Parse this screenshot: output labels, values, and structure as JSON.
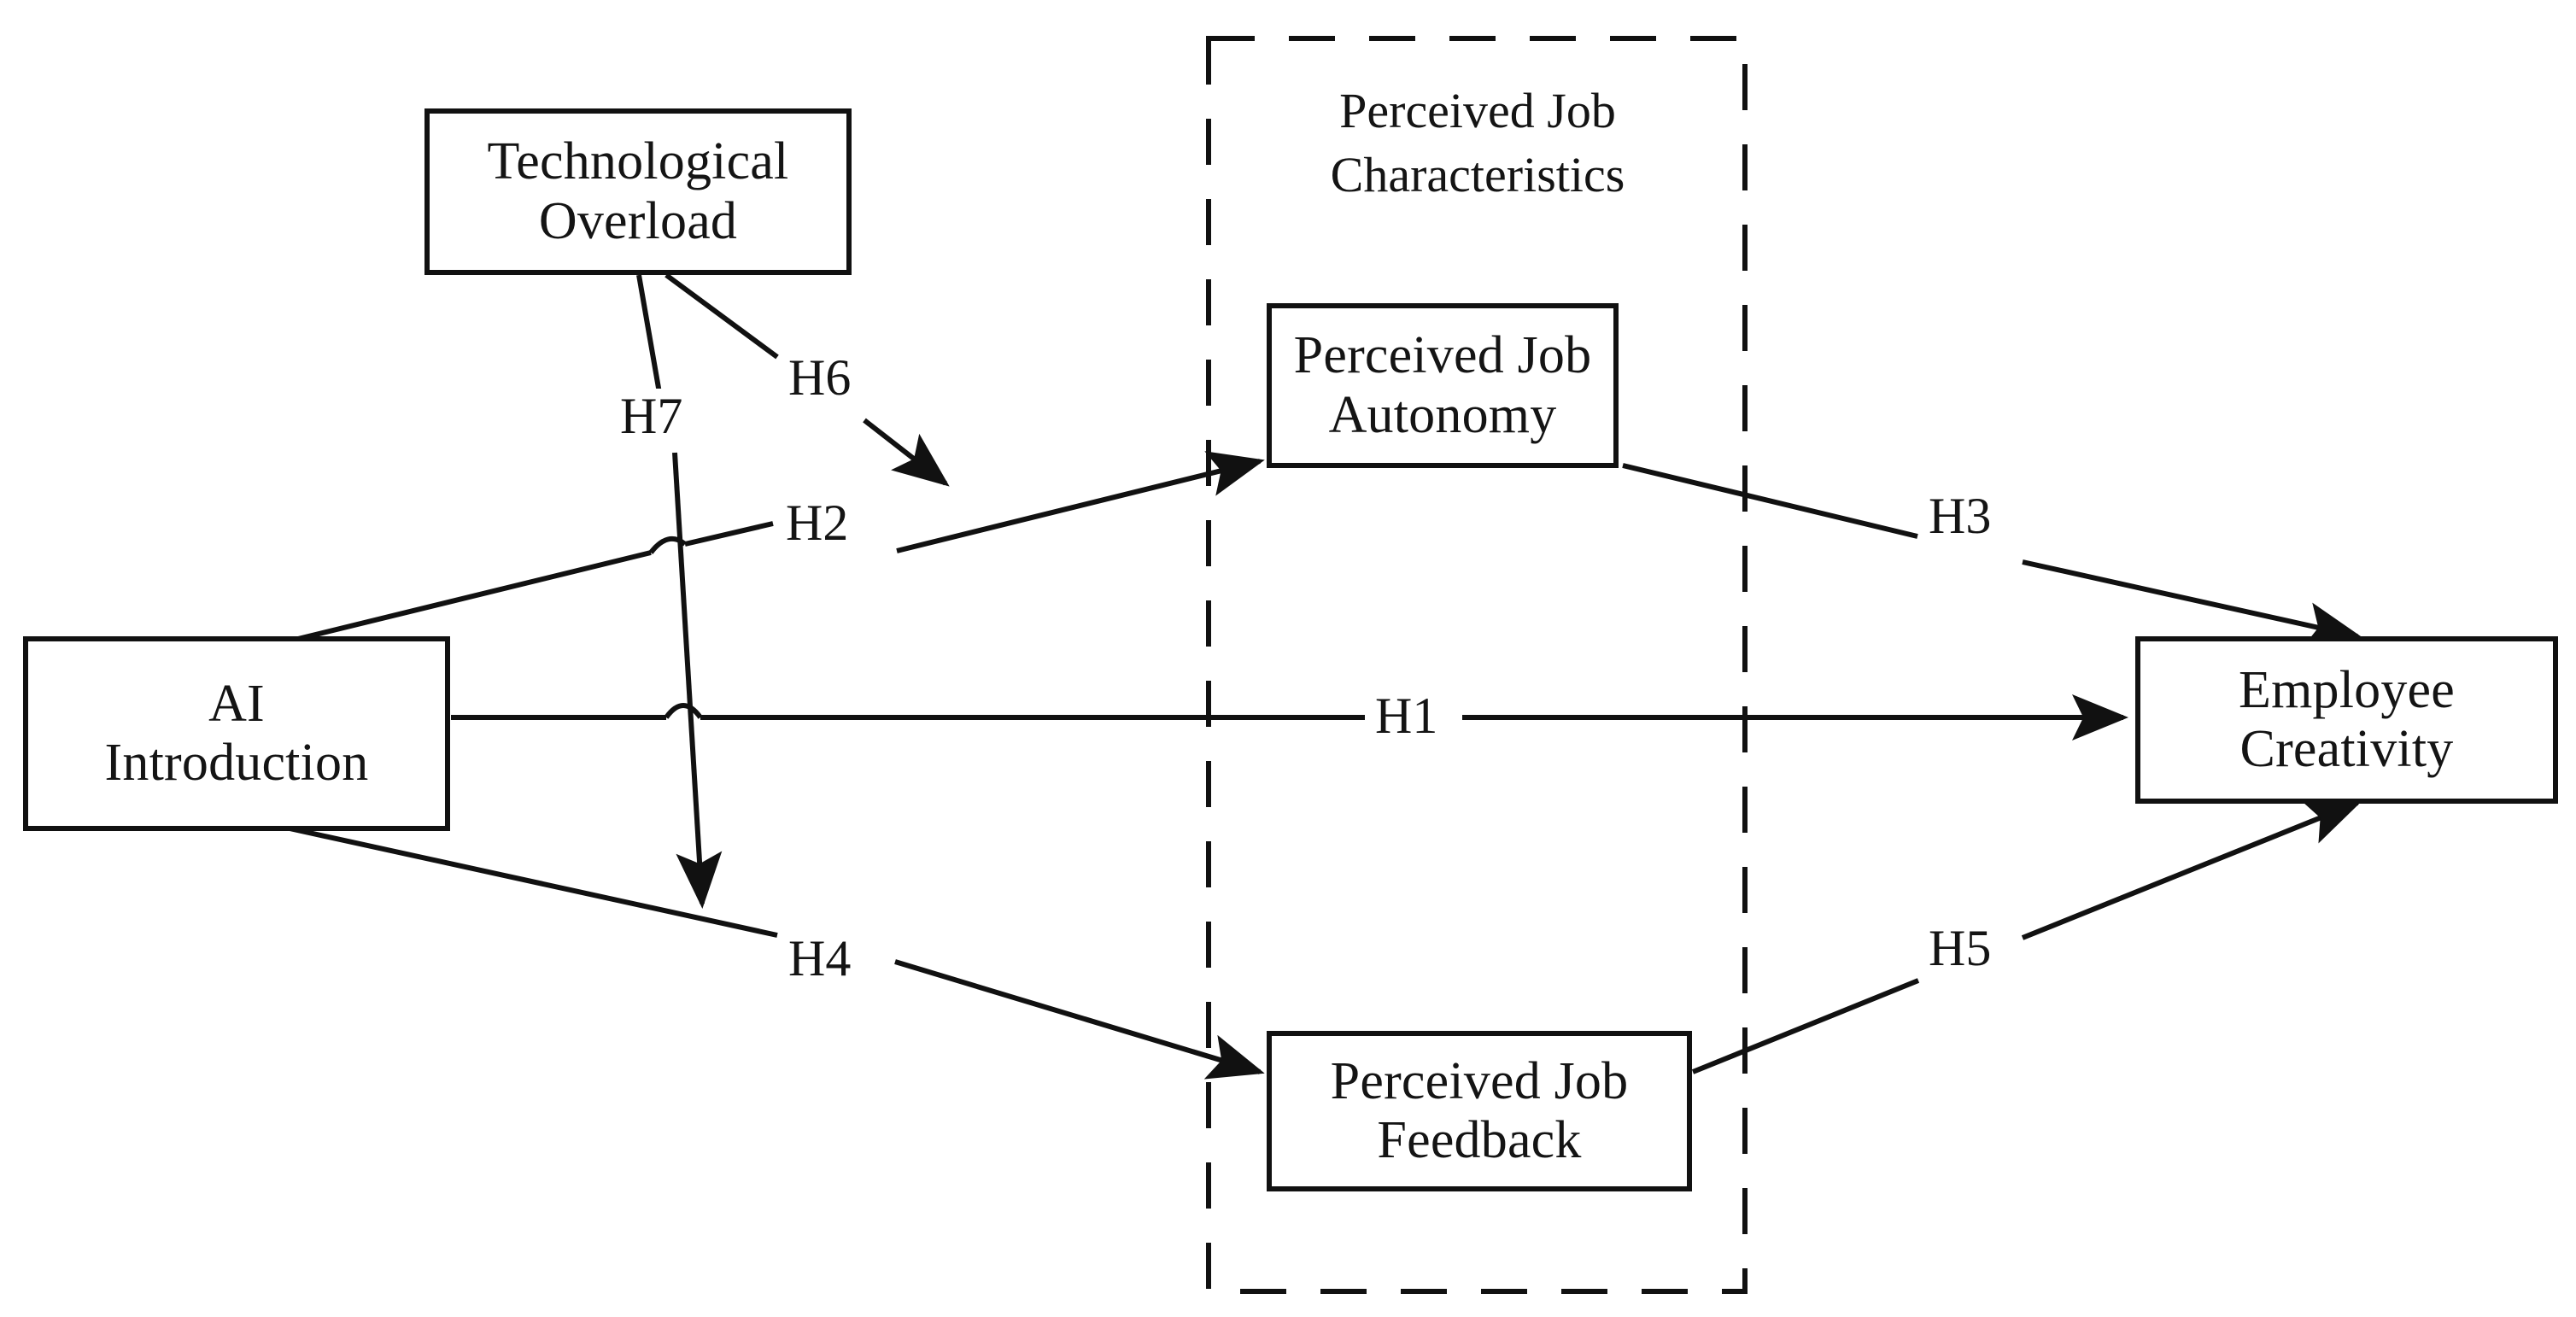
{
  "figure": {
    "kind": "conceptual-research-model-diagram",
    "background_color": "#ffffff",
    "line_color": "#111111",
    "text_color": "#141414"
  },
  "group": {
    "name": "perceived-job-characteristics-group",
    "title": "Perceived Job\nCharacteristics",
    "border_style": "dashed"
  },
  "nodes": [
    {
      "id": "technological-overload",
      "label": "Technological\nOverload"
    },
    {
      "id": "ai-introduction",
      "label": "AI\nIntroduction"
    },
    {
      "id": "perceived-job-autonomy",
      "label": "Perceived Job\nAutonomy"
    },
    {
      "id": "perceived-job-feedback",
      "label": "Perceived Job\nFeedback"
    },
    {
      "id": "employee-creativity",
      "label": "Employee\nCreativity"
    }
  ],
  "edges": [
    {
      "id": "h1",
      "label": "H1",
      "from": "ai-introduction",
      "to": "employee-creativity",
      "arrow": true
    },
    {
      "id": "h2",
      "label": "H2",
      "from": "ai-introduction",
      "to": "perceived-job-autonomy",
      "arrow": true
    },
    {
      "id": "h3",
      "label": "H3",
      "from": "perceived-job-autonomy",
      "to": "employee-creativity",
      "arrow": true
    },
    {
      "id": "h4",
      "label": "H4",
      "from": "ai-introduction",
      "to": "perceived-job-feedback",
      "arrow": true
    },
    {
      "id": "h5",
      "label": "H5",
      "from": "perceived-job-feedback",
      "to": "employee-creativity",
      "arrow": true
    },
    {
      "id": "h6",
      "label": "H6",
      "from": "technological-overload",
      "to": "h2",
      "arrow": true,
      "moderation": true
    },
    {
      "id": "h7",
      "label": "H7",
      "from": "technological-overload",
      "to": "h4",
      "arrow": true,
      "moderation": true
    }
  ]
}
